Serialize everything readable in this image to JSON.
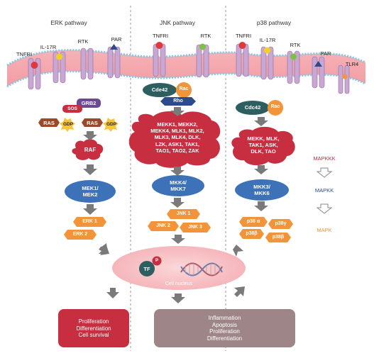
{
  "pathways": {
    "erk": "ERK pathway",
    "jnk": "JNK pathway",
    "p38": "p38 pathway"
  },
  "receptors": {
    "erk": [
      "TNFRI",
      "IL-17R",
      "RTK",
      "PAR"
    ],
    "jnk": [
      "TNFRI",
      "RTK"
    ],
    "p38": [
      "TNFRI",
      "IL-17R",
      "RTK",
      "PAR",
      "TLR4"
    ]
  },
  "erk": {
    "grb2": "GRB2",
    "sos": "SOS",
    "ras": "RAS",
    "gdp": "GDP",
    "raf": "RAF",
    "mek": "MEK1/\nMEK2",
    "erk1": "ERK 1",
    "erk2": "ERK 2"
  },
  "jnk": {
    "cdc42": "Cde42",
    "rac": "Rac",
    "rho": "Rho",
    "mapkkk": "MEKK1, MEKK2,\nMEKK4, MLK1, MLK2,\nMLK3, MLK4, DLK,\nLZK, ASK1, TAK1,\nTAO1, TAO2, ZAK",
    "mkk": "MKK4/\nMKK7",
    "jnk1": "JNK 1",
    "jnk2": "JNK 2",
    "jnk3": "JNK 3"
  },
  "p38": {
    "cdc42": "Cdc42",
    "rac": "Rac",
    "mapkkk": "MEKK, MLK,\nTAK1, ASK,\nDLK, TAO",
    "mkk": "MKK3/\nMKK6",
    "p38a": "p38 α",
    "p38y": "p38γ",
    "p38b": "p38β",
    "p38b2": "p38β"
  },
  "legend": {
    "mapkkk": "MAPKKK",
    "mapkk": "MAPKK",
    "mapk": "MAPK"
  },
  "nucleus": {
    "tf": "TF",
    "p": "P",
    "label": "Cell nucleus"
  },
  "outcomes": {
    "left": "Proliferation\nDifferentiation\nCell survival",
    "right": "Inflammation\nApoptosis\nProliferation\nDifferentiation"
  },
  "colors": {
    "membrane": "#f4a9ae",
    "receptor": "#c9a7d3",
    "red": "#c72e3f",
    "blue": "#3d72b8",
    "orange": "#f2953a",
    "teal": "#2d5e60",
    "navy": "#2d4a8a",
    "purple": "#6b4a92",
    "grayArrow": "#7a7a7a",
    "nucleus": "#f6c3c6",
    "outLeft": "#c72e3f",
    "outRight": "#9e8587"
  }
}
